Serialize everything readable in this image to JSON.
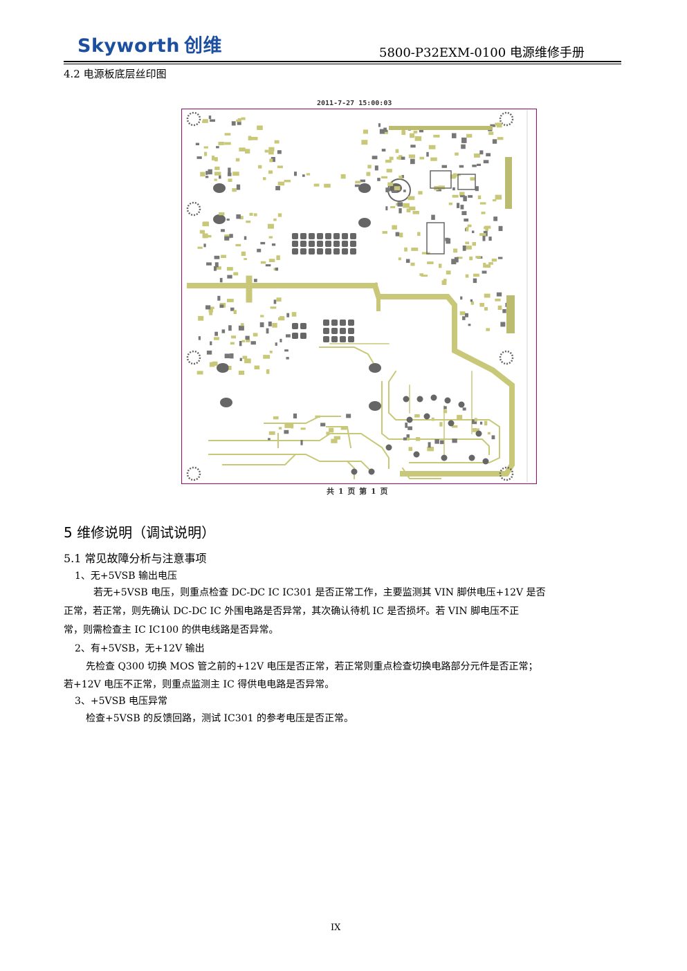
{
  "header": {
    "logo_en": "Skyworth",
    "logo_cn": "创维",
    "doc_title": "5800-P32EXM-0100 电源维修手册"
  },
  "section_4_2": {
    "heading": "4.2 电源板底层丝印图"
  },
  "pcb_image": {
    "timestamp": "2011-7-27 15:00:03",
    "footer": "共 1 页 第 1 页",
    "colors": {
      "frame": "#8b1a6b",
      "trace": "#c8c878",
      "pad": "#666666",
      "bg": "#ffffff"
    }
  },
  "section_5": {
    "heading": "5 维修说明（调试说明）",
    "sub_heading": "5.1 常见故障分析与注意事项",
    "items": [
      {
        "title": "1、无+5VSB 输出电压",
        "lines": [
          "若无+5VSB 电压，则重点检查 DC-DC IC   IC301 是否正常工作，主要监测其 VIN 脚供电压+12V 是否",
          "正常，若正常，则先确认 DC-DC IC 外围电路是否异常，其次确认待机 IC 是否损坏。若 VIN 脚电压不正",
          "常，则需检查主 IC   IC100 的供电线路是否异常。"
        ]
      },
      {
        "title": "2、有+5VSB，无+12V 输出",
        "lines": [
          "先检查 Q300 切换 MOS 管之前的+12V 电压是否正常，若正常则重点检查切换电路部分元件是否正常；",
          "若+12V 电压不正常，则重点监测主 IC 得供电电路是否异常。"
        ]
      },
      {
        "title": "3、+5VSB 电压异常",
        "lines": [
          "检查+5VSB 的反馈回路，测试 IC301 的参考电压是否正常。"
        ]
      }
    ]
  },
  "page_number": "IX"
}
